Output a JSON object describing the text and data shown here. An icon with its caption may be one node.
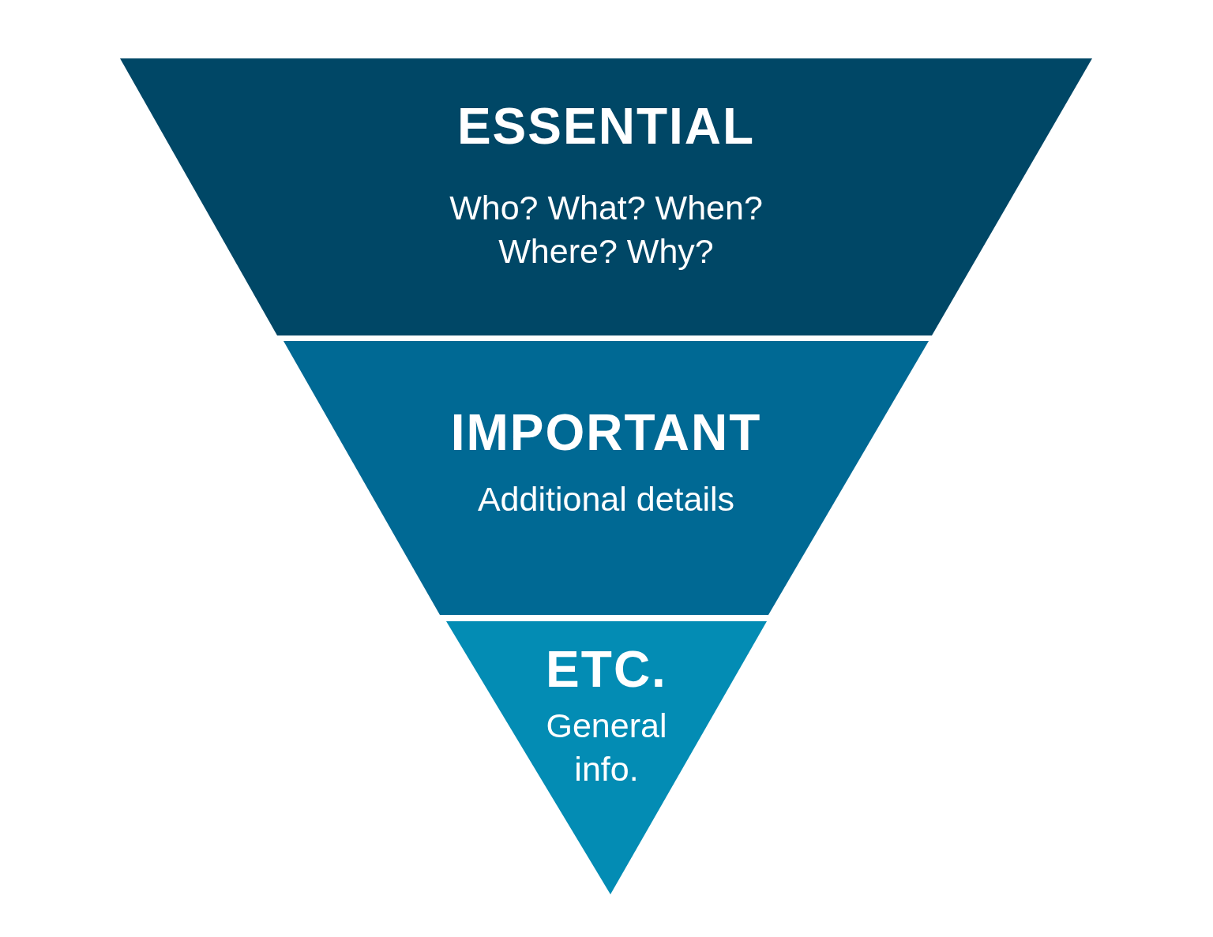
{
  "diagram": {
    "nodes": [
      {
        "text": [
          "ESSENTIAL",
          "Who? What? When? Where? Why?"
        ]
      },
      {
        "text": [
          "IMPORTANT",
          "Additional details"
        ]
      },
      {
        "text": [
          "ETC.",
          "General info."
        ]
      }
    ]
  }
}
